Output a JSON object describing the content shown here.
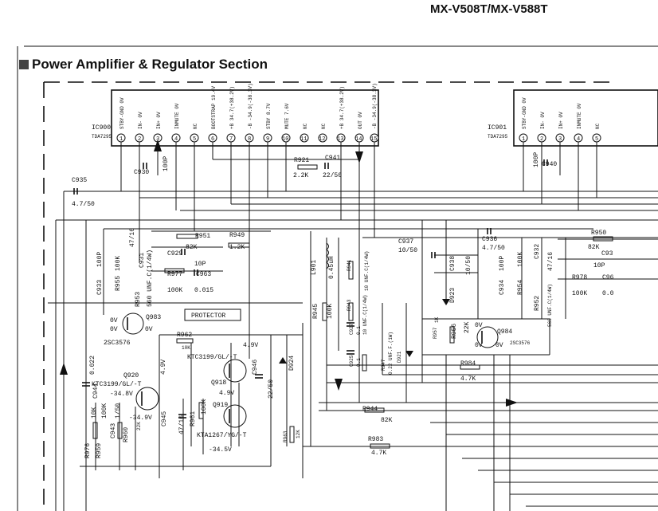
{
  "header": {
    "model": "MX-V508T/MX-V588T",
    "section_title": "Power Amplifier & Regulator Section"
  },
  "ic900": {
    "ref": "IC900",
    "part": "TDA7295",
    "pins": [
      "1",
      "2",
      "3",
      "4",
      "5",
      "6",
      "7",
      "8",
      "9",
      "10",
      "11",
      "12",
      "13",
      "14",
      "15"
    ],
    "pin_labels": [
      "STBY-GND 0V",
      "IN- 0V",
      "IN+ 0V",
      "INMUTE 0V",
      "NC",
      "BOOTSTRAP 19.4V",
      "+B 34.7(+38.2V)",
      "-B -34.9(-38.3V)",
      "STBY 8.7V",
      "MUTE 7.6V",
      "NC",
      "NC",
      "+B 34.7(+38.2V)",
      "OUT 0V",
      "-B -34.9(-38.3V)"
    ]
  },
  "ic901": {
    "ref": "IC901",
    "part": "TDA7295",
    "pins": [
      "1",
      "2",
      "3",
      "4",
      "5"
    ],
    "pin_labels": [
      "STBY-GND 0V",
      "IN- 0V",
      "IN+ 0V",
      "INMUTE 0V",
      "NC"
    ]
  },
  "protector_label": "PROTECTOR",
  "components": {
    "c935": {
      "ref": "C935",
      "value": "4.7/50"
    },
    "c930": {
      "ref": "C930"
    },
    "c939": {
      "value": "100P"
    },
    "r921": {
      "ref": "R921",
      "value": "2.2K"
    },
    "c941": {
      "ref": "C941",
      "value": "22/50"
    },
    "c933": {
      "ref": "C933",
      "value": "100P"
    },
    "r955": {
      "ref": "R955",
      "value": "100K"
    },
    "c931": {
      "ref": "C931",
      "value": "47/16"
    },
    "r953": {
      "ref": "R953",
      "value": "560 UNF.C(1/4W)"
    },
    "r951": {
      "ref": "R951",
      "value": "82K"
    },
    "r949": {
      "ref": "R949",
      "value": "1.2K"
    },
    "c929": {
      "ref": "C929",
      "value": "10P"
    },
    "r977": {
      "ref": "R977",
      "value": "100K"
    },
    "c963": {
      "ref": "C963",
      "value": "0.015"
    },
    "l901": {
      "ref": "L901",
      "value": "0.45uH"
    },
    "r941": {
      "ref": "R941",
      "value": "10 UNF.C(1/4W)"
    },
    "r945": {
      "ref": "R945",
      "value": "100K"
    },
    "r943": {
      "ref": "R943",
      "value": "10 UNF.C(1/4W)"
    },
    "c927": {
      "ref": "C927",
      "value": "0.1"
    },
    "c925": {
      "ref": "C925",
      "value": "0.1"
    },
    "r947": {
      "ref": "R947",
      "value": "0.22 UNF.F.(1W)"
    },
    "d921": {
      "ref": "D921"
    },
    "c937": {
      "ref": "C937",
      "value": "10/50"
    },
    "c938": {
      "ref": "C938",
      "value": "10/50"
    },
    "d923": {
      "ref": "D923"
    },
    "c936": {
      "ref": "C936",
      "value": "4.7/50"
    },
    "c934": {
      "ref": "C934",
      "value": "100P"
    },
    "r954": {
      "ref": "R954",
      "value": "100K"
    },
    "r952": {
      "ref": "R952",
      "value": "560 UNF.C(1/4W)"
    },
    "c932": {
      "ref": "C932",
      "value": "47/16"
    },
    "c940": {
      "ref": "C940",
      "value": "100P"
    },
    "r950": {
      "ref": "R950",
      "value": "82K"
    },
    "c930b": {
      "ref": "C93",
      "value": "10P"
    },
    "r978": {
      "ref": "R978",
      "value": "100K"
    },
    "c96x": {
      "ref": "C96",
      "value": "0.0"
    },
    "q983": {
      "ref": "Q983",
      "part": "2SC3576"
    },
    "r962": {
      "ref": "R962",
      "value": "10K"
    },
    "q918": {
      "ref": "Q918",
      "part": "KTC3199/GL/-T"
    },
    "q919": {
      "ref": "Q919",
      "part": "KTA1267/YG/-T"
    },
    "c946": {
      "ref": "C946",
      "value": "22/50"
    },
    "d924": {
      "ref": "D924"
    },
    "q920": {
      "ref": "Q920",
      "part": "KTC3199/GL/-T"
    },
    "c944": {
      "ref": "C944",
      "value": "0.022"
    },
    "c945": {
      "ref": "C945",
      "value": "47/16"
    },
    "r961": {
      "ref": "R961",
      "value": "100K"
    },
    "r963": {
      "ref": "R963",
      "value": "12K"
    },
    "r959": {
      "ref": "R959",
      "value": "100K"
    },
    "r976": {
      "ref": "R976",
      "value": "10K"
    },
    "c943": {
      "ref": "C943",
      "value": "1/50"
    },
    "r960": {
      "ref": "R960",
      "value": "22K"
    },
    "q984": {
      "ref": "Q984",
      "part": "2SC3576"
    },
    "r957": {
      "ref": "R957",
      "value": "1K"
    },
    "r956": {
      "ref": "R956",
      "value": "22K"
    },
    "r984": {
      "ref": "R984",
      "value": "4.7K"
    },
    "r944": {
      "ref": "R944",
      "value": "82K"
    },
    "r983": {
      "ref": "R983",
      "value": "4.7K"
    }
  },
  "voltages": {
    "q983_b": "0V",
    "q983_c": "0V",
    "q983_e": "0V",
    "q984_b": "0V",
    "q984_c": "0V",
    "q984_e": "0V",
    "q918_v1": "4.9V",
    "q918_v2": "4.9V",
    "q920_v1": "4.9V",
    "q920_v2": "-34.8V",
    "q920_v3": "-34.9V",
    "q919_v": "-34.5V"
  }
}
